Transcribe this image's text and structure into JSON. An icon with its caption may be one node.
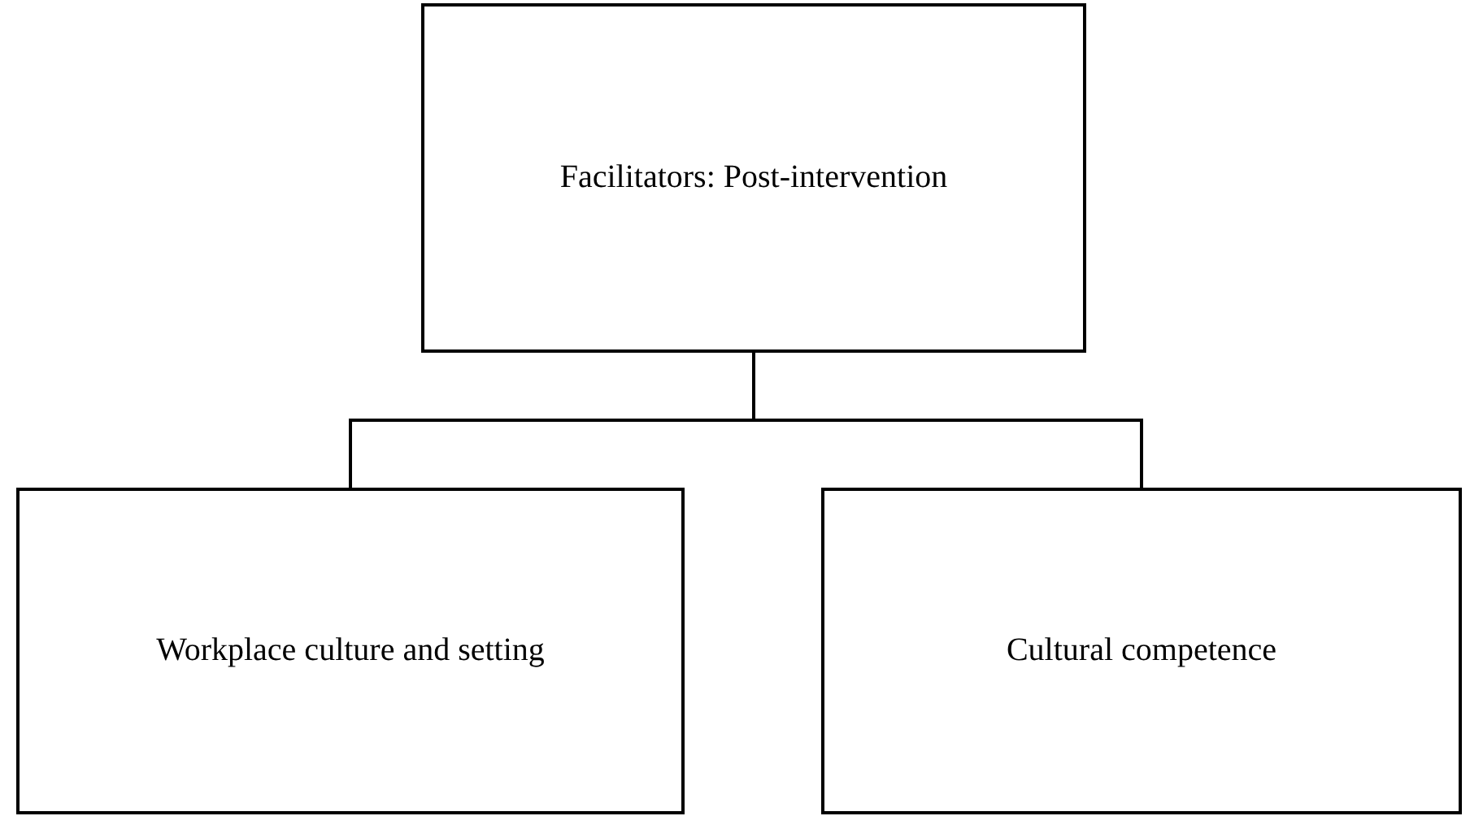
{
  "diagram": {
    "nodes": [
      {
        "text": [
          "Facilitators: Post-intervention"
        ]
      },
      {
        "text": [
          "Workplace culture and setting"
        ]
      },
      {
        "text": [
          "Cultural competence"
        ]
      }
    ],
    "edges": [
      {
        "from": 0,
        "to": 1,
        "arrow": "none"
      },
      {
        "from": 0,
        "to": 2,
        "arrow": "none"
      }
    ]
  }
}
